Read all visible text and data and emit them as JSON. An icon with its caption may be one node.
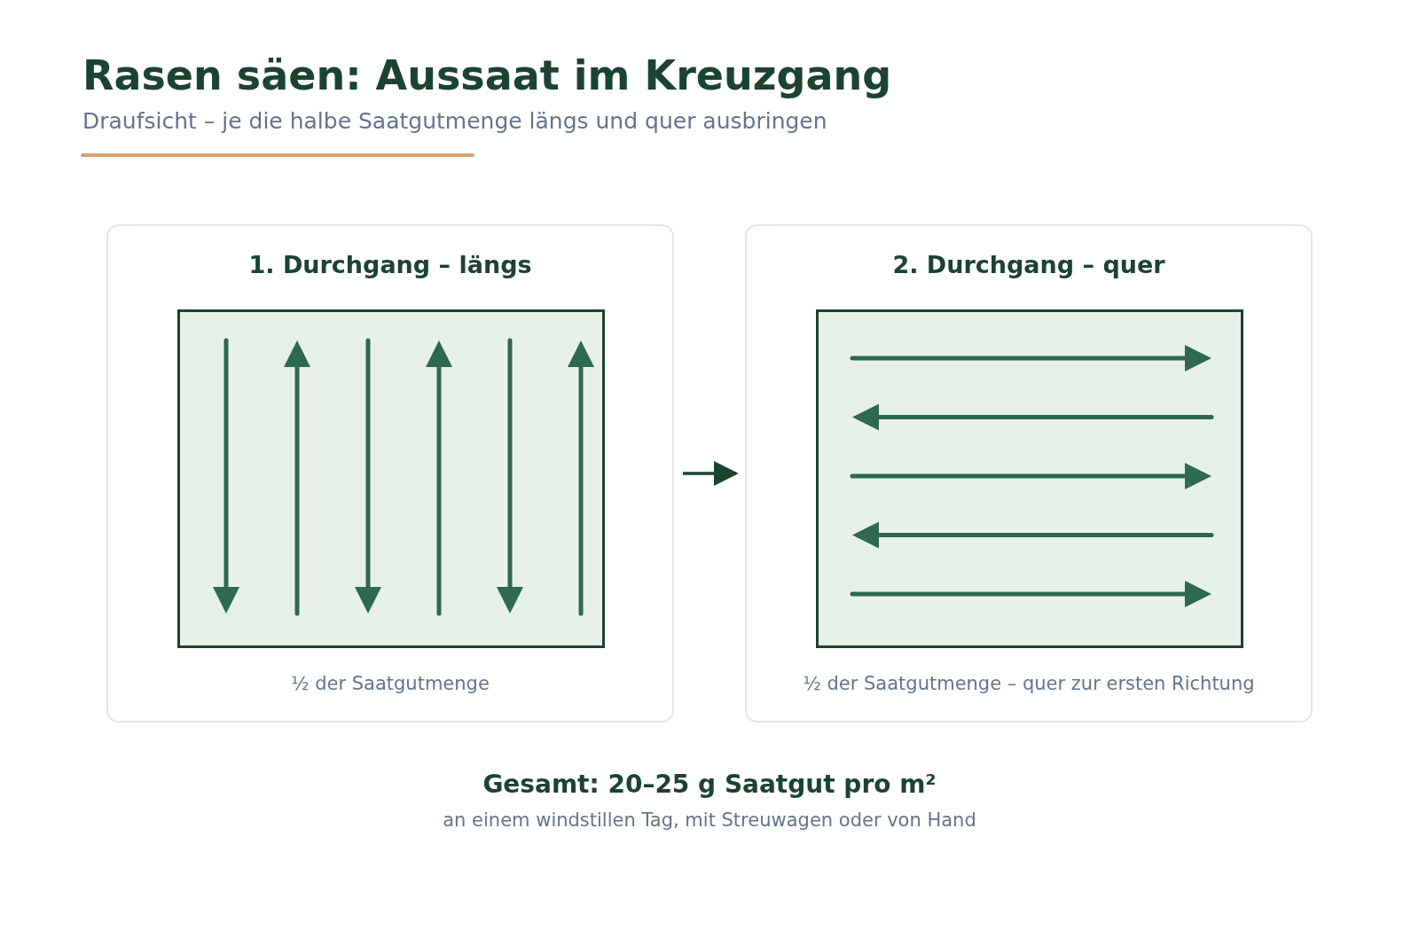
{
  "diagram": {
    "title": "Rasen säen: Aussaat im Kreuzgang",
    "nodes": [
      {
        "text": [
          "1. Durchgang – längs",
          "½ der Saatgutmenge"
        ]
      },
      {
        "text": [],
        "shape": "box",
        "in": 0
      },
      {
        "text": [
          "2. Durchgang – quer",
          "½ der Saatgutmenge – quer zur ersten Richtung"
        ]
      },
      {
        "text": [],
        "shape": "box",
        "in": 2
      }
    ],
    "edges": [
      {
        "from": 0,
        "to": 2,
        "arrow": "to"
      }
    ],
    "labels": [
      "Draufsicht – je die halbe Saatgutmenge längs und quer ausbringen",
      "Gesamt: 20–25 g Saatgut pro m²",
      "an einem windstillen Tag, mit Streuwagen oder von Hand"
    ]
  }
}
